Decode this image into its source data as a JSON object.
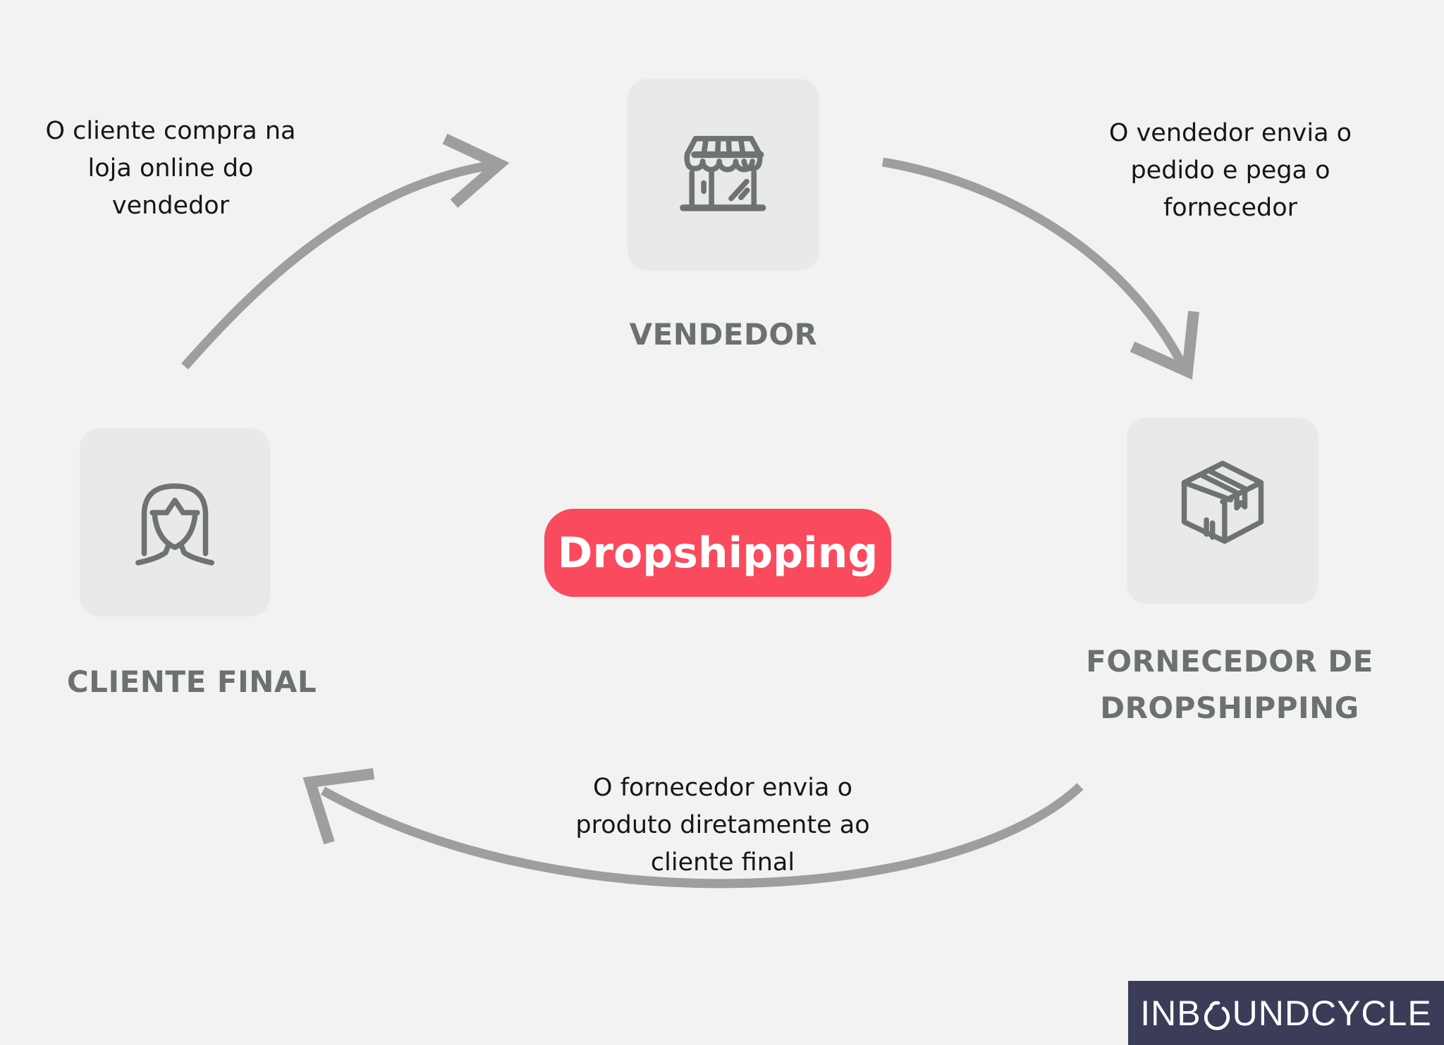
{
  "colors": {
    "background": "#f2f2f0",
    "card": "#e9e9e7",
    "icon_stroke": "#6d7372",
    "node_label": "#6a7170",
    "body_text": "#161616",
    "arrow": "#9e9e9e",
    "badge_bg": "#fa4a5e",
    "badge_text": "#ffffff",
    "logo_bg": "#3a3c58",
    "logo_text": "#ffffff"
  },
  "badge": {
    "label": "Dropshipping"
  },
  "nodes": {
    "vendedor": {
      "label": "VENDEDOR",
      "icon": "storefront-icon"
    },
    "fornecedor": {
      "label": "FORNECEDOR DE DROPSHIPPING",
      "icon": "package-box-icon"
    },
    "cliente": {
      "label": "CLIENTE FINAL",
      "icon": "customer-icon"
    }
  },
  "annotations": {
    "cliente_to_vendedor": {
      "lines": [
        "O cliente compra na",
        "loja online do",
        "vendedor"
      ]
    },
    "vendedor_to_fornecedor": {
      "lines": [
        "O vendedor envia o",
        "pedido e pega o",
        "fornecedor"
      ]
    },
    "fornecedor_to_cliente": {
      "lines": [
        "O fornecedor envia o",
        "produto diretamente ao",
        "cliente final"
      ]
    }
  },
  "logo": {
    "brand": "INBOUNDCYCLE",
    "prefix": "INB",
    "suffix": "UNDCYCLE"
  }
}
